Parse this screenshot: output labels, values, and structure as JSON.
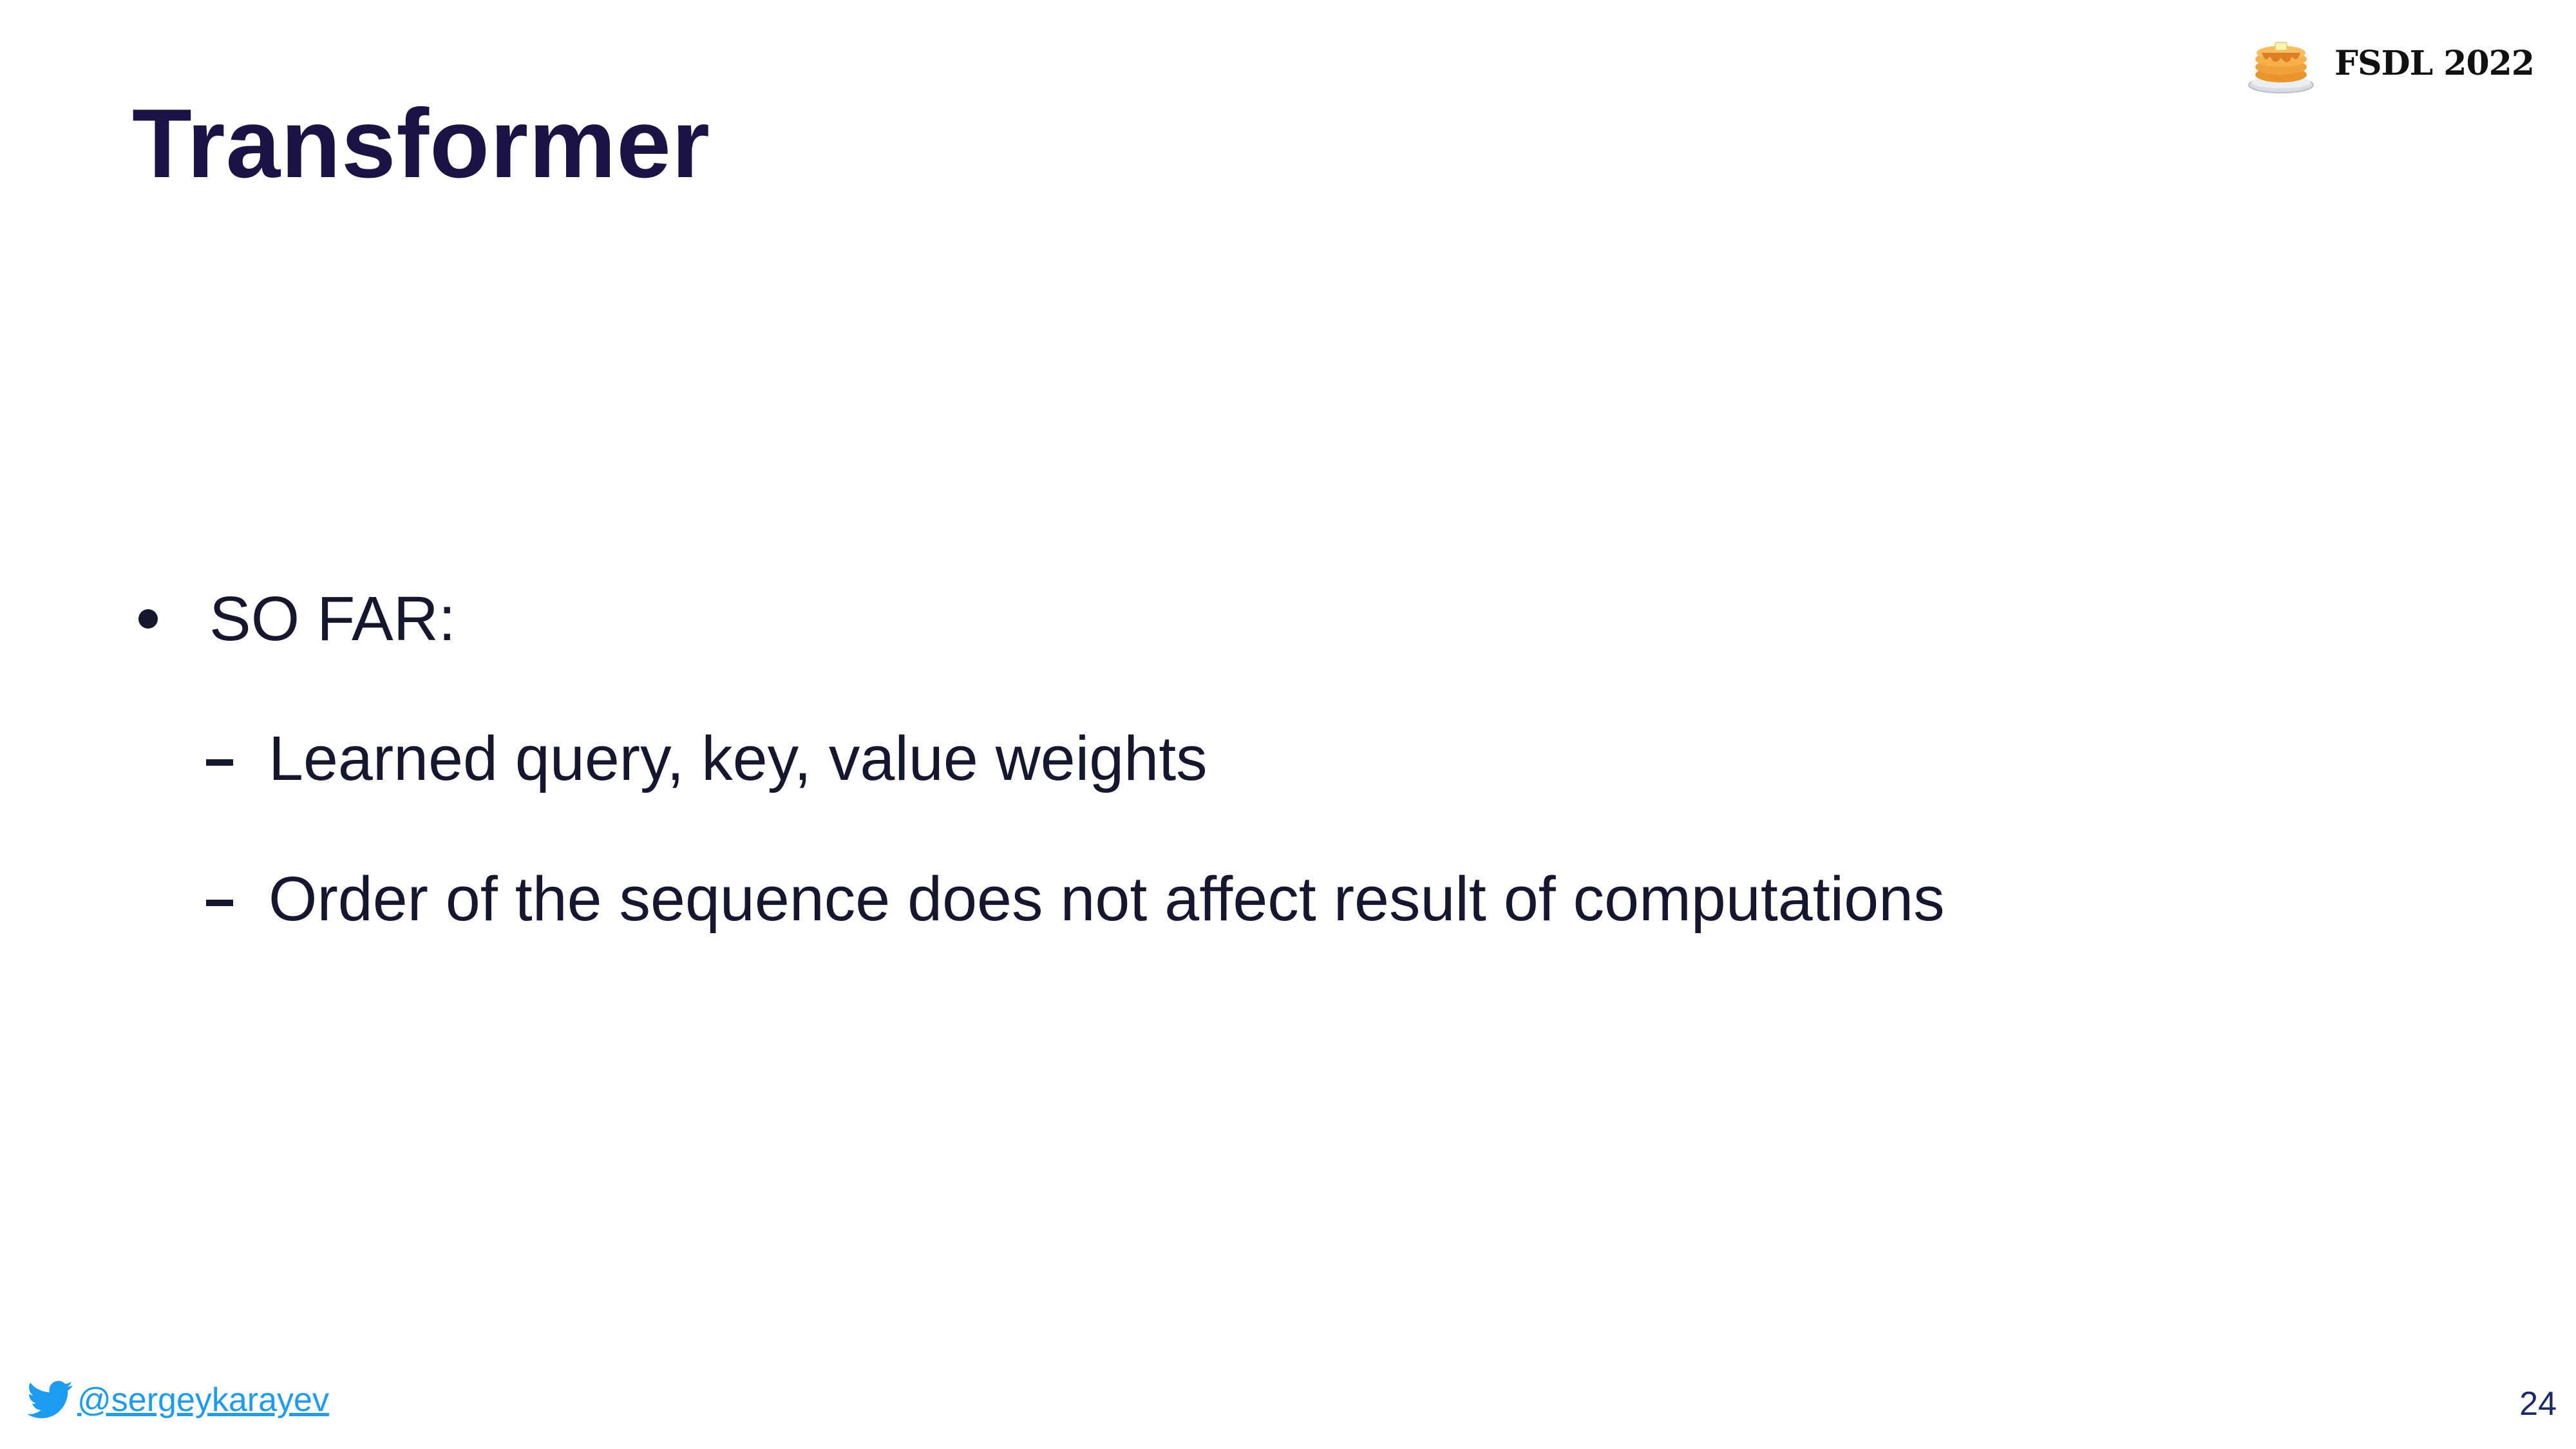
{
  "slide": {
    "title": "Transformer",
    "brand": {
      "logo_icon": "pancakes-icon",
      "text": "FSDL 2022"
    },
    "bullets": [
      {
        "level": 1,
        "text": "SO FAR:"
      },
      {
        "level": 2,
        "text": "Learned query, key, value weights"
      },
      {
        "level": 2,
        "text": "Order of the sequence does not affect result of computations"
      }
    ],
    "footer": {
      "icon": "twitter-bird-icon",
      "handle": "@sergeykarayev",
      "page_number": "24"
    },
    "colors": {
      "title": "#1a1444",
      "body_text": "#14172e",
      "link": "#1d9bf0",
      "page_number": "#1a2a6c"
    }
  }
}
